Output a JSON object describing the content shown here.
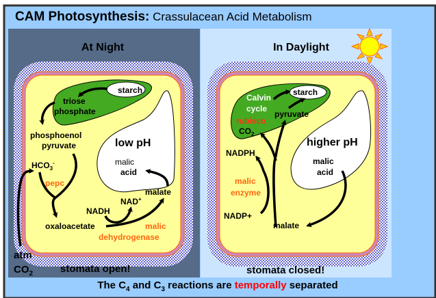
{
  "title": {
    "bold": "CAM Photosynthesis:",
    "rest": " Crassulacean Acid Metabolism"
  },
  "night": {
    "heading": "At Night",
    "starch": "starch",
    "triose": "triose",
    "phosphate": "phosphate",
    "pep1": "phosphoenol",
    "pep2": "pyruvate",
    "hco3": "HCO",
    "hco3_sub": "3",
    "hco3_sup": "-",
    "pepc": "pepc",
    "low_ph": "low pH",
    "malic": "malic",
    "acid": "acid",
    "malate": "malate",
    "nad": "NAD",
    "nad_sup": "+",
    "nadh": "NADH",
    "oxaloacetate": "oxaloacetate",
    "enzyme1": "malic",
    "enzyme2": "dehydrogenase",
    "atm": "atm",
    "co2": "CO",
    "co2_sub": "2",
    "stomata": "stomata open!"
  },
  "day": {
    "heading": "In Daylight",
    "calvin": "Calvin",
    "cycle": "cycle",
    "rubisco": "rubisco",
    "co2": "CO",
    "co2_sub": "2",
    "starch": "starch",
    "pyruvate": "pyruvate",
    "nadph": "NADPH",
    "higher_ph": "higher pH",
    "malic": "malic",
    "acid": "acid",
    "enzyme1": "malic",
    "enzyme2": "enzyme",
    "nadp": "NADP+",
    "malate": "malate",
    "stomata": "stomata closed!"
  },
  "footer": {
    "p1": "The C",
    "s1": "4",
    "p2": " and C",
    "s2": "3",
    "p3": " reactions are ",
    "highlight": "temporally",
    "p4": " separated"
  },
  "colors": {
    "outer": "#99ccff",
    "night": "#556b88",
    "day": "#cce5ff",
    "cytoplasm": "#ffff99",
    "chloroplast": "#44aa22",
    "enzyme": "#ff6611",
    "highlight": "#ff0000"
  }
}
